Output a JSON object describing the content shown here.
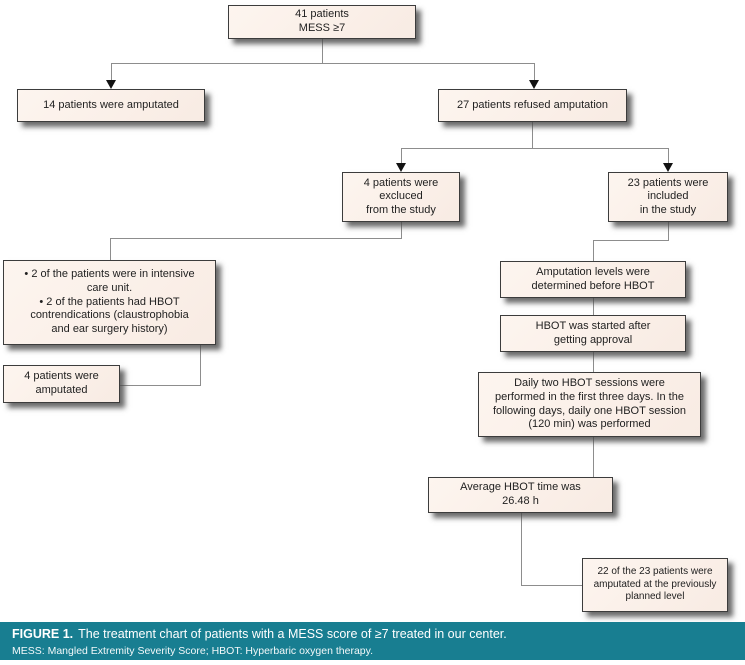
{
  "figure": {
    "boxes": {
      "total": {
        "lines": [
          "41 patients",
          "MESS ≥7"
        ]
      },
      "amputated_14": {
        "lines": [
          "14 patients were amputated"
        ]
      },
      "refused_27": {
        "lines": [
          "27 patients refused amputation"
        ]
      },
      "excluded_4": {
        "lines": [
          "4 patients were",
          "excluced",
          "from the study"
        ]
      },
      "included_23": {
        "lines": [
          "23 patients were",
          "included",
          "in the study"
        ]
      },
      "exclusion_reasons": {
        "lines": [
          "• 2 of the patients were in intensive",
          "care unit.",
          "• 2 of the patients had HBOT",
          "contrendications (claustrophobia",
          "and ear surgery history)"
        ]
      },
      "amputated_4": {
        "lines": [
          "4 patients were",
          "amputated"
        ]
      },
      "amputation_levels": {
        "lines": [
          "Amputation levels were",
          "determined before HBOT"
        ]
      },
      "hbot_started": {
        "lines": [
          "HBOT was started after",
          "getting approval"
        ]
      },
      "hbot_sessions": {
        "lines": [
          "Daily two HBOT sessions were",
          "performed in the first three days. In the",
          "following days, daily one HBOT session",
          "(120 min) was performed"
        ]
      },
      "average_time": {
        "lines": [
          "Average HBOT time was",
          "26.48 h"
        ]
      },
      "outcome": {
        "lines": [
          "22 of the 23 patients were",
          "amputated at the previously",
          "planned level"
        ]
      }
    },
    "colors": {
      "box_fill": "#f8ebe3",
      "box_fill_light": "#fdf5ef",
      "box_border": "#3c3c3c",
      "connector_line": "#8d8d8d",
      "arrow_head": "#121212",
      "caption_background": "#187e91",
      "caption_text": "#ffffff"
    }
  },
  "caption": {
    "label": "FIGURE 1.",
    "title": "The treatment chart of patients with a MESS score of ≥7 treated in our center.",
    "footnote": "MESS: Mangled Extremity Severity Score; HBOT: Hyperbaric oxygen therapy."
  }
}
